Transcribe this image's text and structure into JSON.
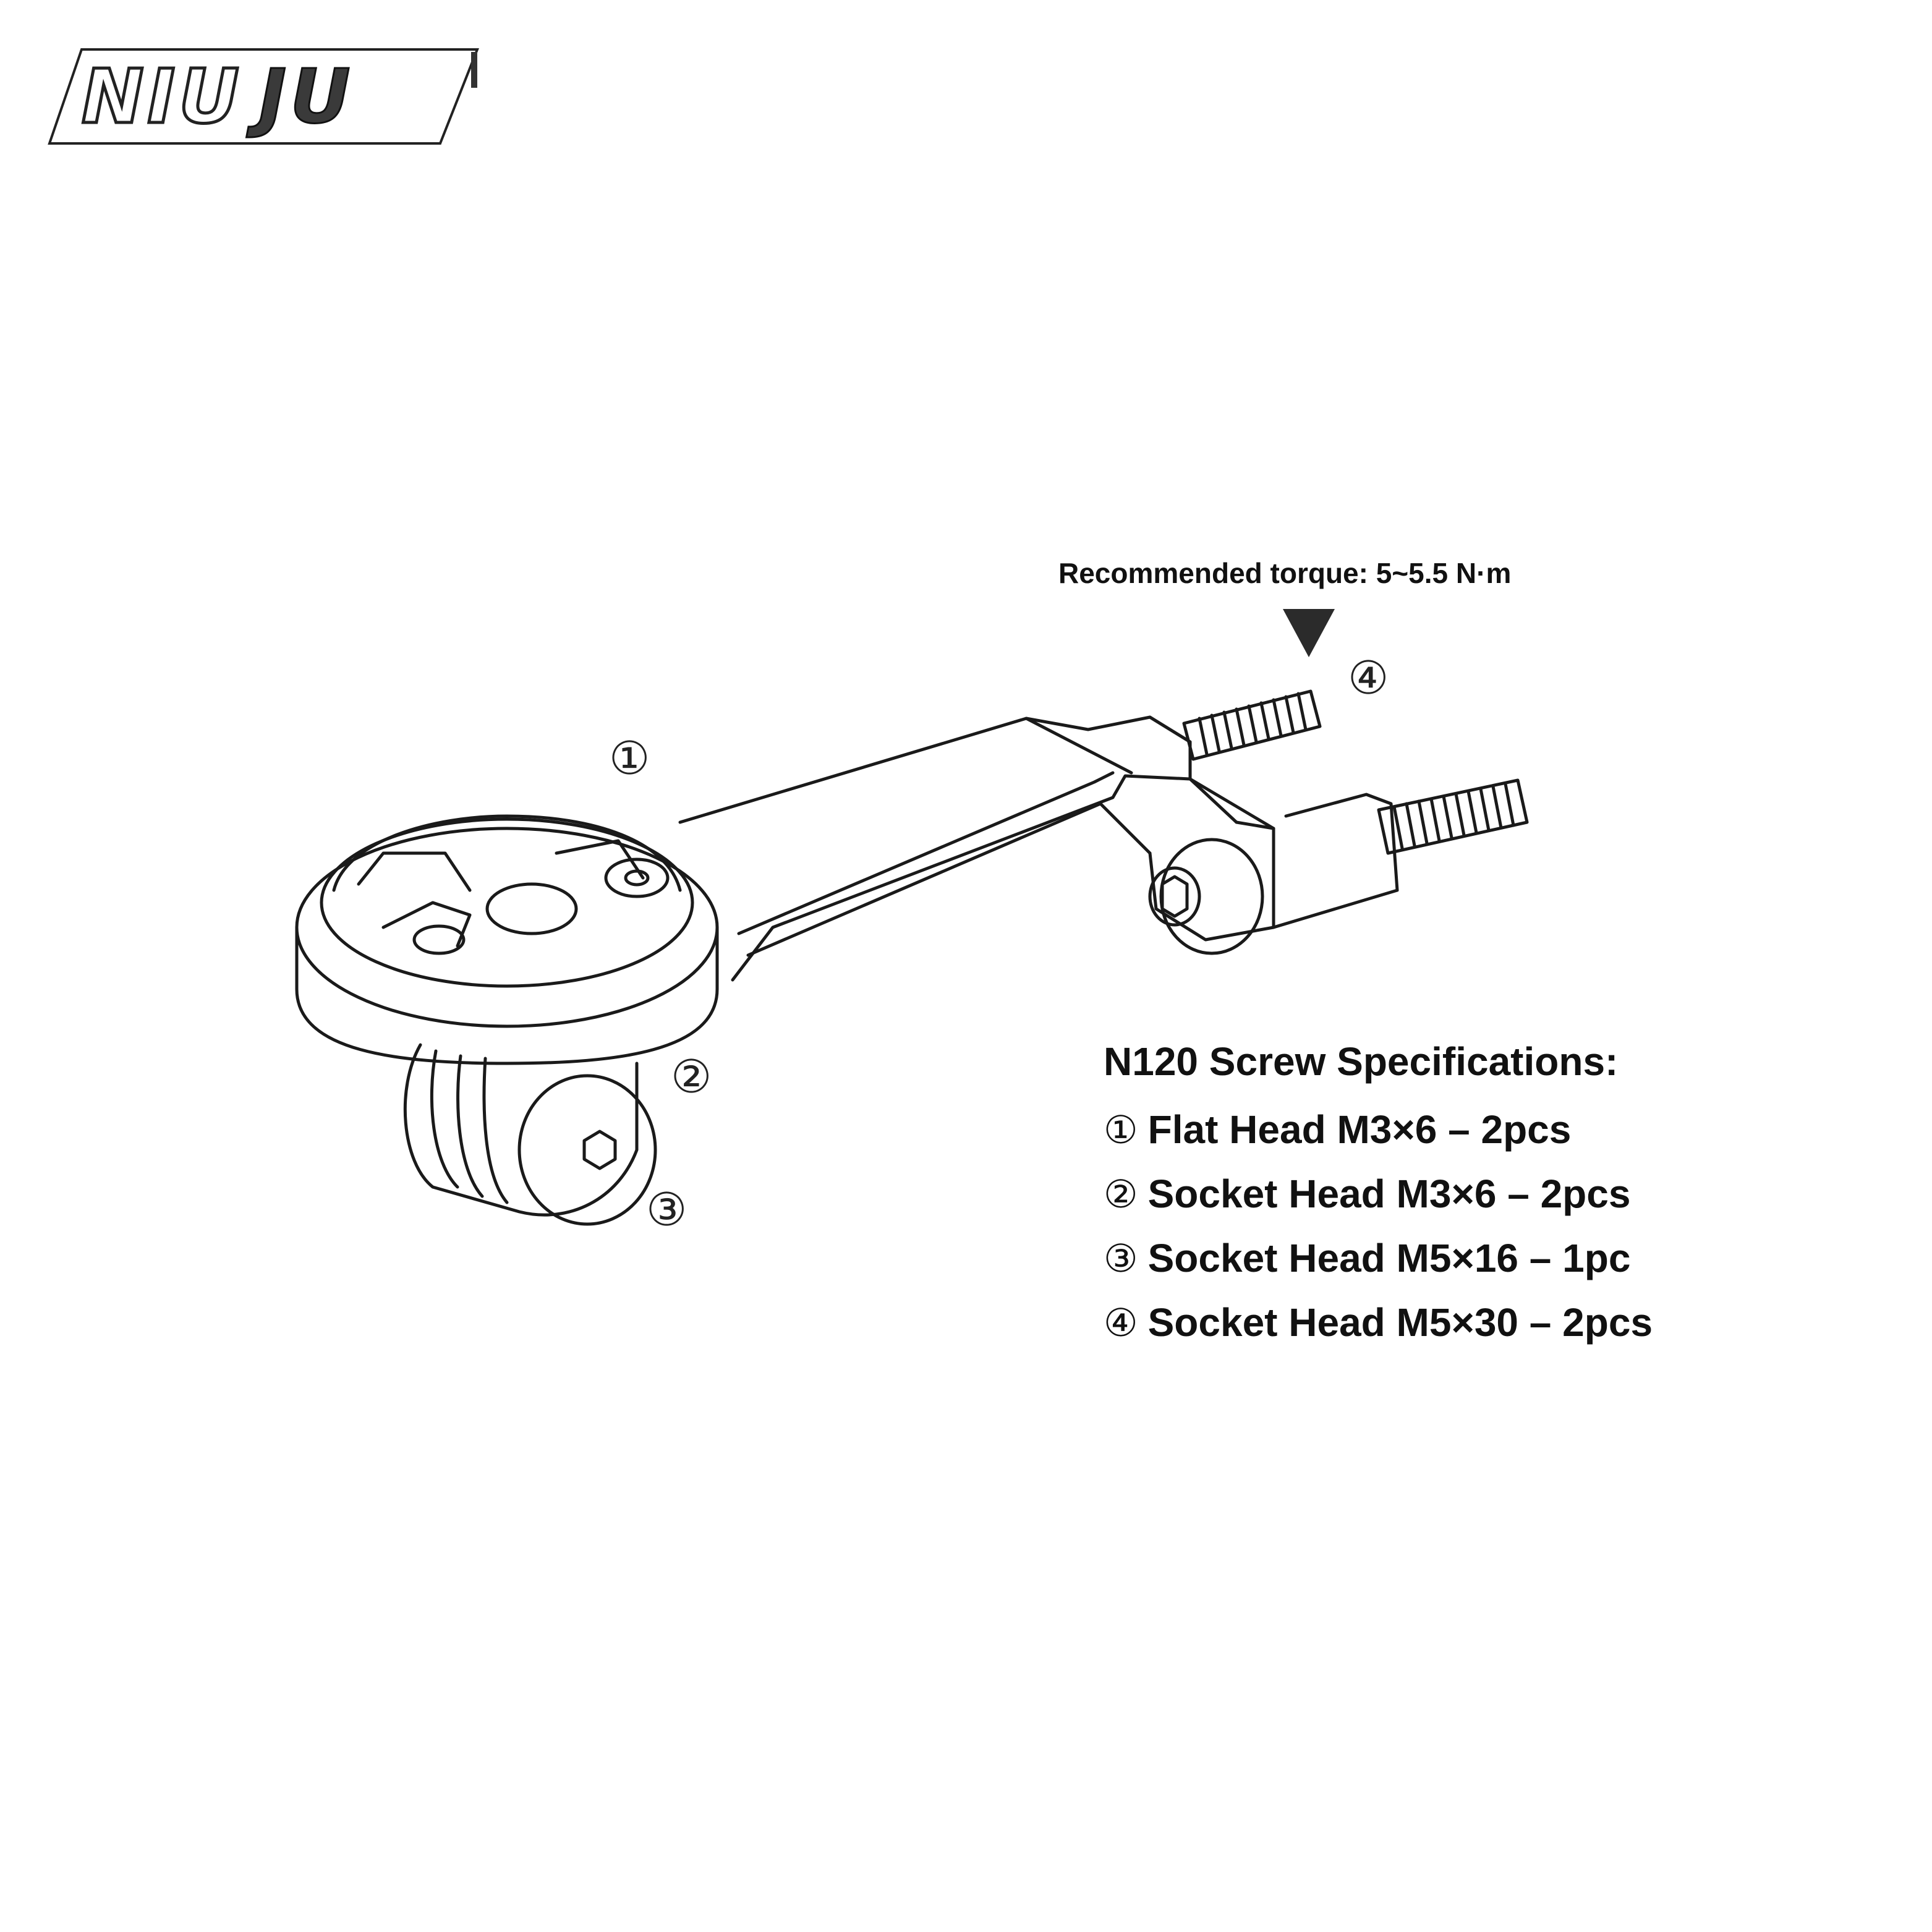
{
  "logo": {
    "part1": "NIU",
    "part2": "JU"
  },
  "callouts": {
    "c1": "①",
    "c2": "②",
    "c3": "③",
    "c4": "④"
  },
  "torque": {
    "label": "Recommended torque: 5~5.5 N·m"
  },
  "specs": {
    "title": "N120 Screw Specifications:",
    "items": [
      {
        "num": "①",
        "text": "Flat Head M3×6 – 2pcs"
      },
      {
        "num": "②",
        "text": "Socket Head M3×6 – 2pcs"
      },
      {
        "num": "③",
        "text": "Socket Head M5×16 – 1pc"
      },
      {
        "num": "④",
        "text": "Socket Head M5×30 – 2pcs"
      }
    ]
  },
  "colors": {
    "line": "#1a1a1a",
    "text": "#111111",
    "logo_dark": "#3a3a3a"
  }
}
